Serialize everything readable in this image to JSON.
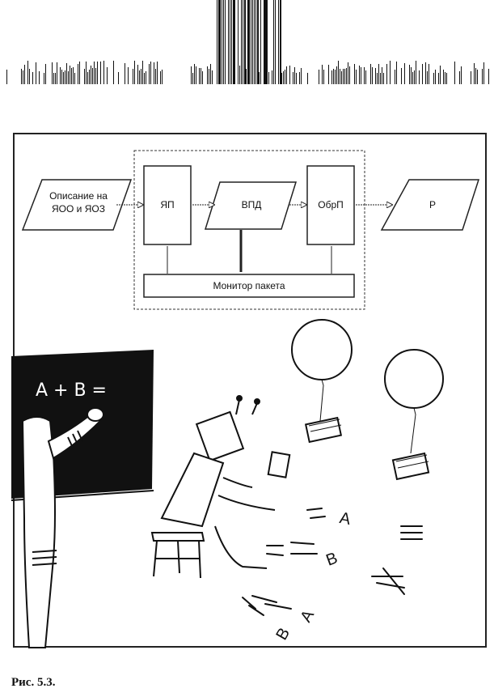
{
  "diagram": {
    "input_label": "Описание на\nЯОО и ЯОЗ",
    "block_yap": "ЯП",
    "block_vpd": "ВПД",
    "block_obrp": "ОбрП",
    "output_label": "Р",
    "monitor_label": "Монитор пакета"
  },
  "board_text": "A + B =",
  "floor_letters": [
    "A",
    "B",
    "A",
    "B"
  ],
  "caption": "Рис. 5.3."
}
